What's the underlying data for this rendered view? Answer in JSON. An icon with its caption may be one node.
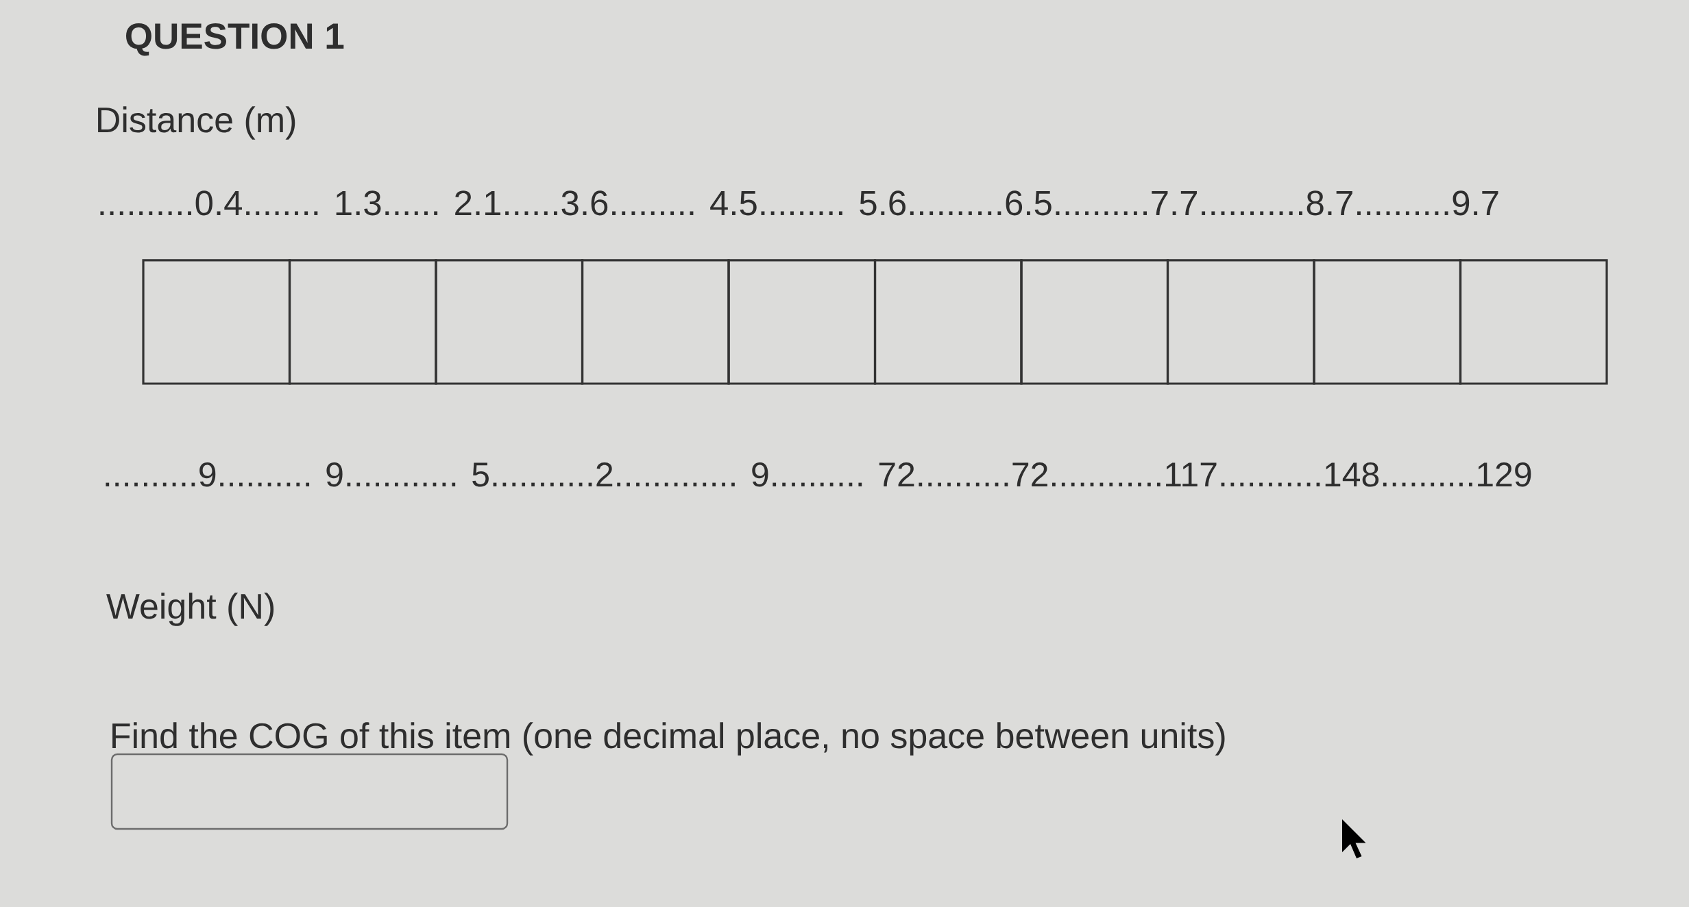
{
  "diagram": {
    "title": "QUESTION 1",
    "labels": [
      "Distance (m)",
      "..........0.4........ 1.3...... 2.1......3.6......... 4.5......... 5.6..........6.5..........7.7...........8.7..........9.7",
      "..........9.......... 9............ 5...........2............. 9.......... 72..........72............117...........148..........129",
      "Weight (N)",
      "Find the COG of this item (one decimal place, no space between units)"
    ]
  }
}
